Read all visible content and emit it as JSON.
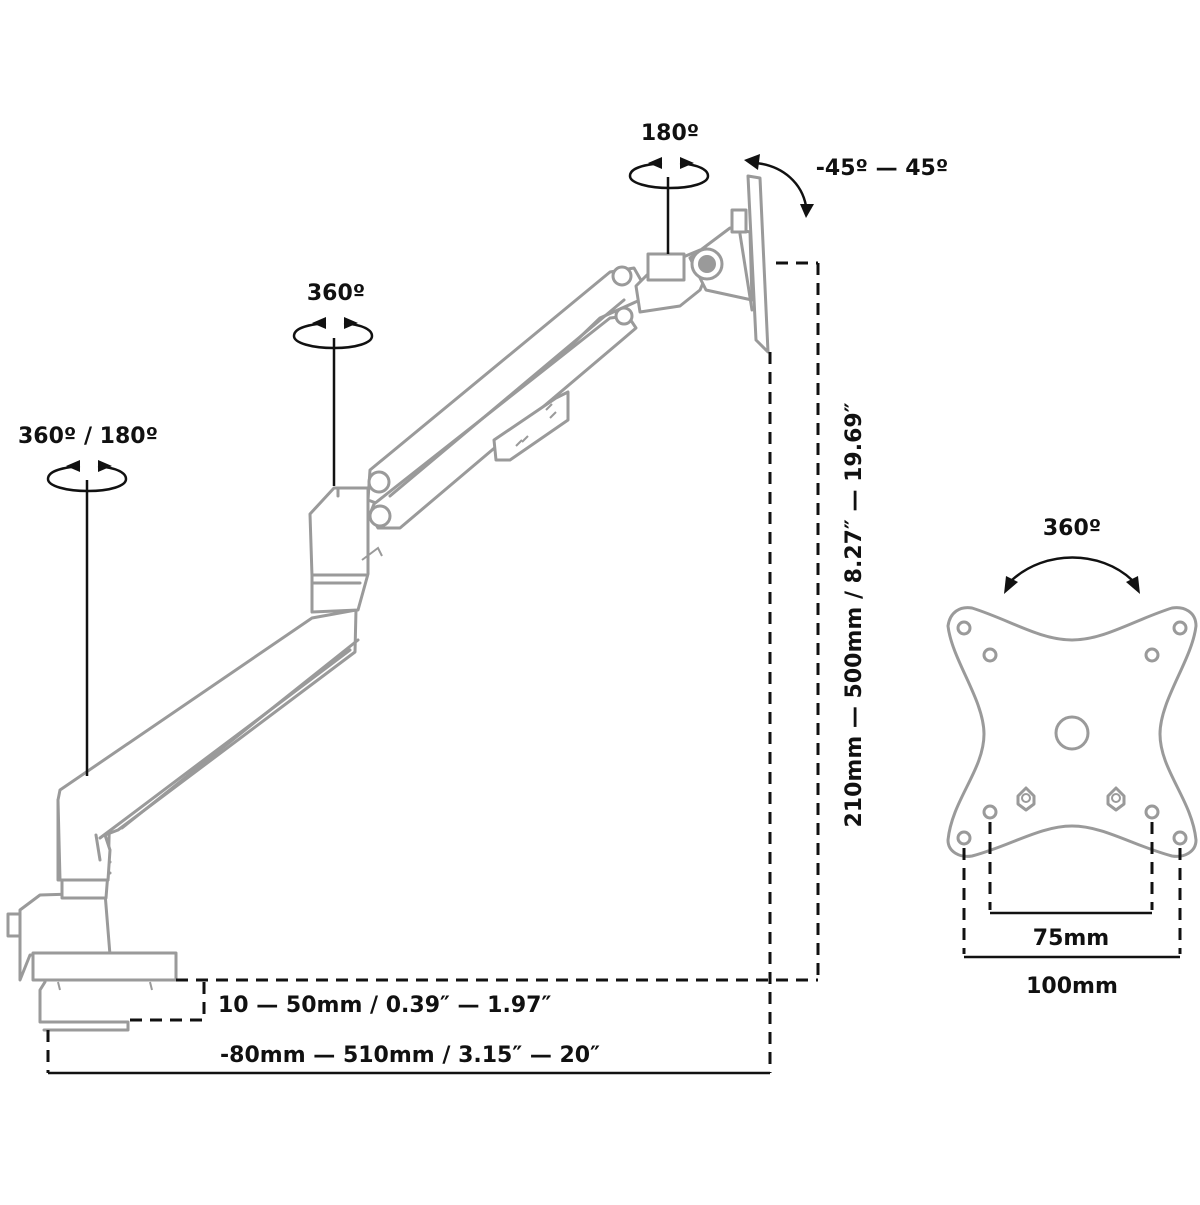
{
  "labels": {
    "base_rotation": "360º / 180º",
    "elbow_rotation": "360º",
    "head_swivel": "180º",
    "tilt": "-45º — 45º",
    "height_range": "210mm — 500mm / 8.27″ — 19.69″",
    "clamp_range": "10 — 50mm / 0.39″ — 1.97″",
    "reach_range": "-80mm — 510mm / 3.15″ — 20″",
    "vesa_rotation": "360º",
    "vesa_small": "75mm",
    "vesa_large": "100mm"
  },
  "colors": {
    "ink": "#111111",
    "arm_outline": "#9a9a9a",
    "background": "#ffffff"
  },
  "icons": [
    "rotation-arrows-icon",
    "tilt-arrow-icon",
    "rotation-arc-icon"
  ]
}
